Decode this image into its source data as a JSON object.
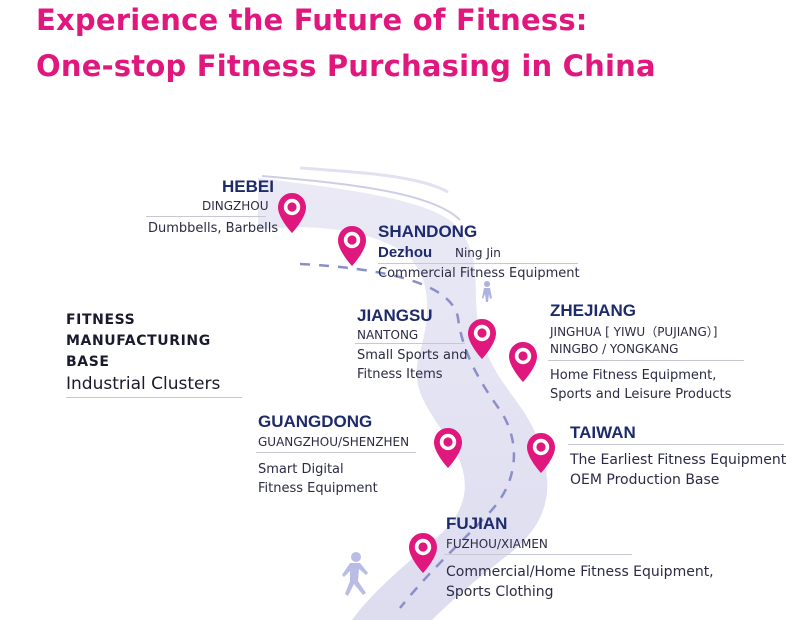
{
  "title": {
    "line1": "Experience the Future of Fitness:",
    "line2": "One-stop Fitness Purchasing in China"
  },
  "base_label": {
    "lines": [
      "FITNESS",
      "MANUFACTURING",
      "BASE"
    ],
    "subtitle": "Industrial Clusters"
  },
  "colors": {
    "accent": "#e0177d",
    "region_text": "#1d2a6b",
    "road": "#d6d5ec"
  },
  "clusters": {
    "hebei": {
      "region": "HEBEI",
      "city": "DINGZHOU",
      "products": [
        "Dumbbells, Barbells"
      ],
      "pin_icon": "location-pin-icon"
    },
    "shandong": {
      "region": "SHANDONG",
      "city_main": "Dezhou",
      "city_extra": "Ning Jin",
      "products": [
        "Commercial Fitness Equipment"
      ],
      "pin_icon": "location-pin-icon"
    },
    "jiangsu": {
      "region": "JIANGSU",
      "city": "NANTONG",
      "products": [
        "Small Sports and",
        "Fitness Items"
      ],
      "pin_icon": "location-pin-icon"
    },
    "zhejiang": {
      "region": "ZHEJIANG",
      "cities": [
        "JINGHUA [ YIWU（PUJIANG）]",
        "NINGBO / YONGKANG"
      ],
      "products": [
        "Home Fitness Equipment,",
        "Sports and Leisure Products"
      ],
      "pin_icon": "location-pin-icon"
    },
    "guangdong": {
      "region": "GUANGDONG",
      "city": "GUANGZHOU/SHENZHEN",
      "products": [
        "Smart Digital",
        "Fitness Equipment"
      ],
      "pin_icon": "location-pin-icon"
    },
    "taiwan": {
      "region": "TAIWAN",
      "products": [
        "The Earliest Fitness Equipment",
        "OEM Production Base"
      ],
      "pin_icon": "location-pin-icon"
    },
    "fujian": {
      "region": "FUJIAN",
      "city": "FUZHOU/XIAMEN",
      "products": [
        "Commercial/Home Fitness Equipment,",
        "Sports Clothing"
      ],
      "pin_icon": "location-pin-icon"
    }
  }
}
